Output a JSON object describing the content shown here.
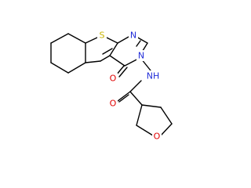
{
  "molecule": {
    "atom_labels": {
      "sulfur": "S",
      "ring_nitrogen": "N",
      "amide_ring_nitrogen": "N",
      "amine": "NH",
      "carbonyl_oxygen_ring": "O",
      "carbonyl_oxygen_amide": "O",
      "ether_oxygen": "O"
    },
    "colors": {
      "bond": "#000000",
      "sulfur": "#c8b400",
      "nitrogen": "#1f2bd8",
      "oxygen": "#e00000",
      "background": "#ffffff"
    }
  }
}
